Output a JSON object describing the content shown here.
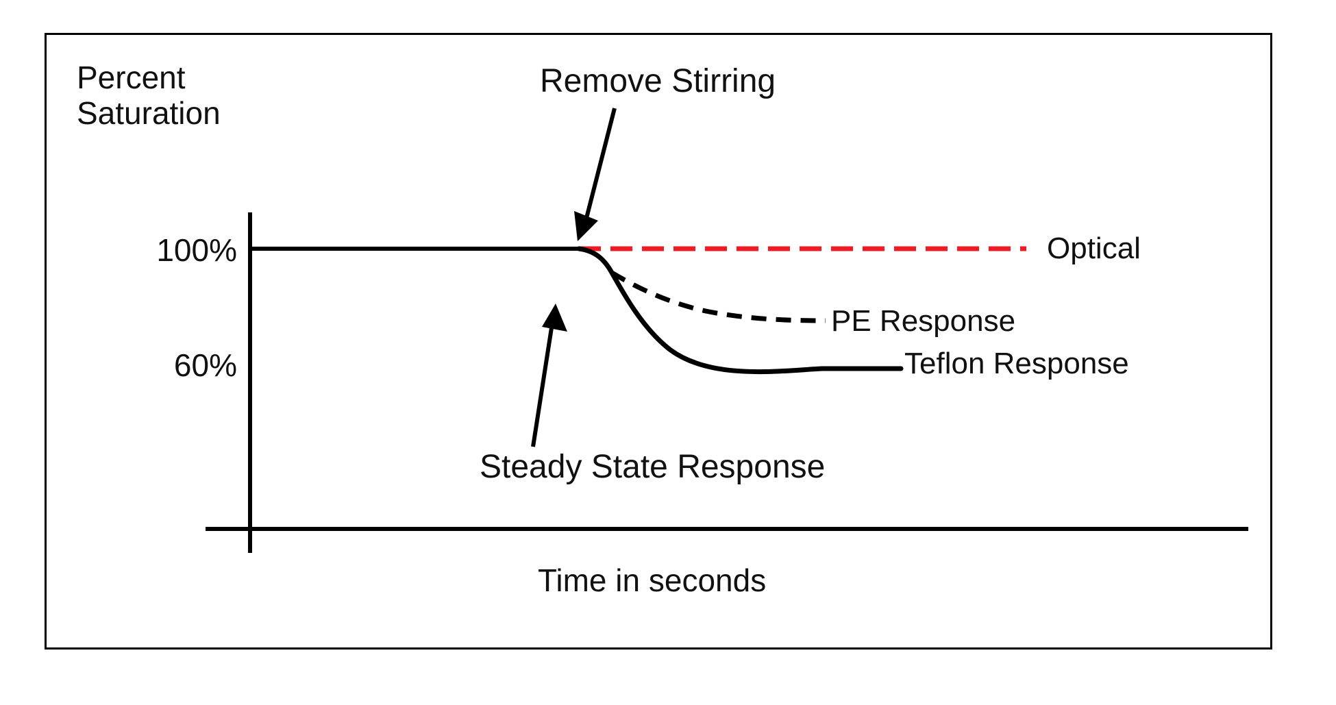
{
  "figure": {
    "background_color": "#ffffff",
    "border_color": "#000000"
  },
  "chart_data": {
    "type": "line",
    "title": "",
    "xlabel": "Time in seconds",
    "ylabel": "Percent Saturation",
    "ylabel_lines": [
      "Percent",
      "Saturation"
    ],
    "ytick_labels": [
      "100%",
      "60%"
    ],
    "ytick_values": [
      100,
      60
    ],
    "xtick_labels": [],
    "grid": false,
    "legend": "inline-end-of-line-labels",
    "xlim_description": "unlabeled elapsed time axis",
    "ylim": [
      0,
      110
    ],
    "event_time_description": "stirring removed at the point where the curves diverge",
    "series": [
      {
        "name": "Optical",
        "label": "Optical",
        "color": "#ED1C24",
        "style": "dashed",
        "description": "stays flat at 100% after stirring is removed",
        "x": [
          0,
          45,
          100
        ],
        "values": [
          100,
          100,
          100
        ]
      },
      {
        "name": "PE Response",
        "label": "PE Response",
        "color": "#000000",
        "style": "dashed",
        "description": "drops from 100% and settles just above the Teflon response",
        "x": [
          0,
          45,
          52,
          62,
          75,
          100
        ],
        "values": [
          100,
          100,
          92,
          86,
          82,
          80
        ]
      },
      {
        "name": "Teflon Response",
        "label": "Teflon Response",
        "color": "#000000",
        "style": "solid",
        "description": "drops from 100% and settles at the lowest steady state value",
        "x": [
          0,
          45,
          52,
          62,
          75,
          90,
          100
        ],
        "values": [
          100,
          100,
          90,
          80,
          73,
          70,
          69
        ]
      }
    ],
    "annotations": [
      {
        "id": "remove-stirring",
        "text": "Remove Stirring",
        "points_to": "the point on the 100% baseline where the curves begin to diverge"
      },
      {
        "id": "steady-state-response",
        "text": "Steady State Response",
        "points_to": "the descending portion of the Teflon response curve"
      }
    ]
  },
  "labels": {
    "ylabel_line1": "Percent",
    "ylabel_line2": "Saturation",
    "xlabel": "Time in seconds",
    "tick_100": "100%",
    "tick_60": "60%",
    "optical": "Optical",
    "pe_response": "PE Response",
    "teflon_response": "Teflon Response",
    "remove_stirring": "Remove Stirring",
    "steady_state_response": "Steady State Response"
  },
  "colors": {
    "optical_red": "#ED1C24",
    "line_black": "#000000",
    "text_black": "#111111"
  }
}
